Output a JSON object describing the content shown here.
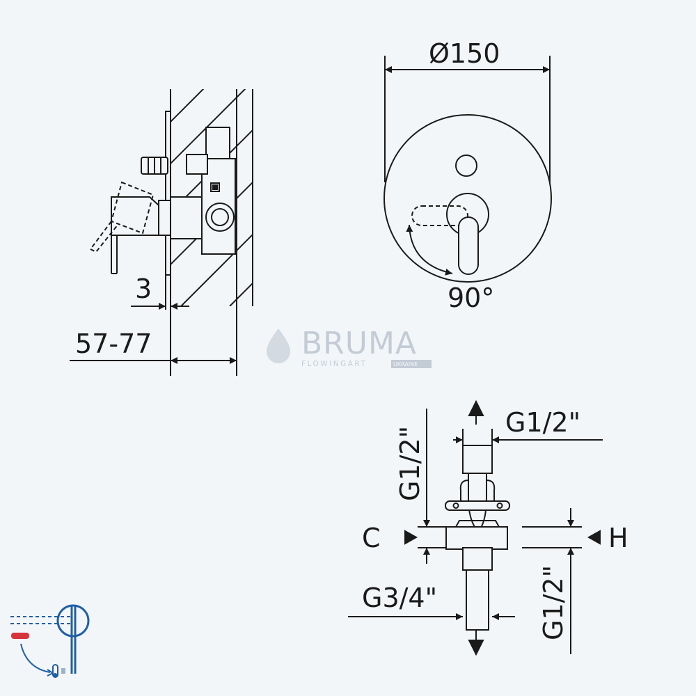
{
  "side_view": {
    "dim_thickness": "3",
    "dim_depth": "57-77"
  },
  "front_view": {
    "dim_diameter": "Ø150",
    "dim_rotation": "90°"
  },
  "piping_view": {
    "top_thread_horizontal": "G1/2\"",
    "top_thread_vertical": "G1/2\"",
    "label_cold": "C",
    "label_hot": "H",
    "bottom_thread_horizontal": "G3/4\"",
    "bottom_thread_vertical": "G1/2\""
  },
  "watermark": {
    "brand": "BRUMA",
    "tagline": "FLOWINGART",
    "region": "UKRAINE"
  },
  "colors": {
    "line": "#1a1a1a",
    "background": "#f3f6f9",
    "watermark": "#c3ccd5",
    "icon_blue": "#1f5fa8",
    "icon_red": "#d8323a"
  }
}
